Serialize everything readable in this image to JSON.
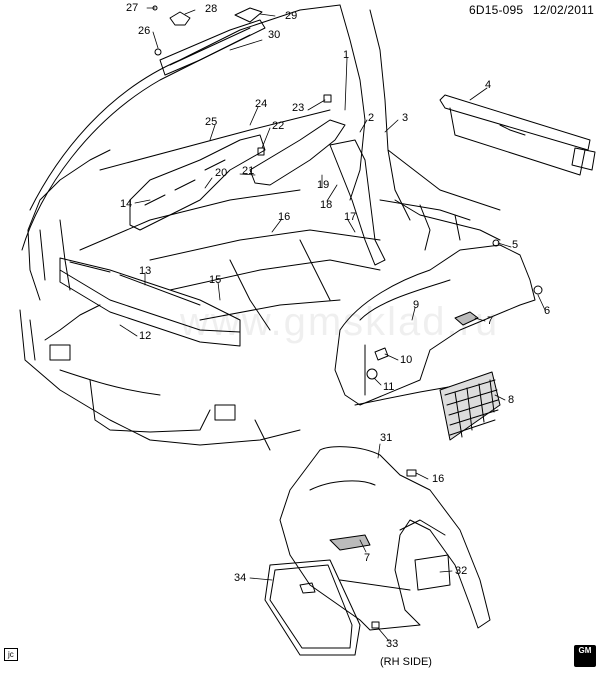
{
  "header": {
    "code": "6D15-095",
    "date": "12/02/2011"
  },
  "footer": {
    "code": "jc",
    "logo": "GM"
  },
  "rh_label": "(RH SIDE)",
  "watermark": "www.gmsklad.ru",
  "callouts": [
    {
      "id": "c27",
      "label": "27"
    },
    {
      "id": "c28",
      "label": "28"
    },
    {
      "id": "c29",
      "label": "29"
    },
    {
      "id": "c26",
      "label": "26"
    },
    {
      "id": "c30",
      "label": "30"
    },
    {
      "id": "c1",
      "label": "1"
    },
    {
      "id": "c4",
      "label": "4"
    },
    {
      "id": "c24",
      "label": "24"
    },
    {
      "id": "c23",
      "label": "23"
    },
    {
      "id": "c25",
      "label": "25"
    },
    {
      "id": "c22",
      "label": "22"
    },
    {
      "id": "c2",
      "label": "2"
    },
    {
      "id": "c3",
      "label": "3"
    },
    {
      "id": "c21",
      "label": "21"
    },
    {
      "id": "c20",
      "label": "20"
    },
    {
      "id": "c19",
      "label": "19"
    },
    {
      "id": "c14",
      "label": "14"
    },
    {
      "id": "c18",
      "label": "18"
    },
    {
      "id": "c16a",
      "label": "16"
    },
    {
      "id": "c17",
      "label": "17"
    },
    {
      "id": "c5",
      "label": "5"
    },
    {
      "id": "c13",
      "label": "13"
    },
    {
      "id": "c15",
      "label": "15"
    },
    {
      "id": "c9",
      "label": "9"
    },
    {
      "id": "c6",
      "label": "6"
    },
    {
      "id": "c7a",
      "label": "7"
    },
    {
      "id": "c12",
      "label": "12"
    },
    {
      "id": "c10",
      "label": "10"
    },
    {
      "id": "c11",
      "label": "11"
    },
    {
      "id": "c8",
      "label": "8"
    },
    {
      "id": "c31",
      "label": "31"
    },
    {
      "id": "c16b",
      "label": "16"
    },
    {
      "id": "c7b",
      "label": "7"
    },
    {
      "id": "c32",
      "label": "32"
    },
    {
      "id": "c34",
      "label": "34"
    },
    {
      "id": "c33",
      "label": "33"
    }
  ]
}
